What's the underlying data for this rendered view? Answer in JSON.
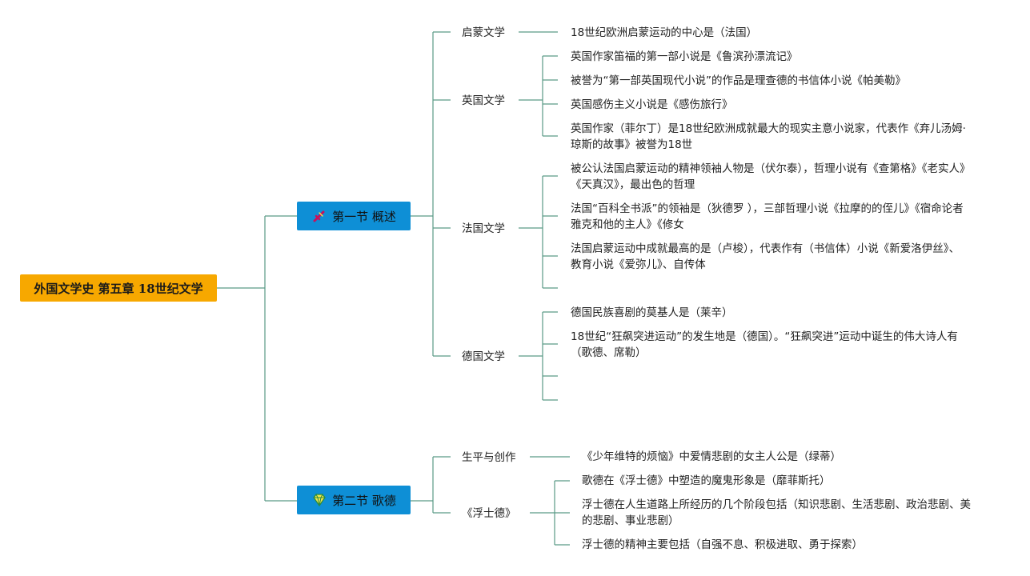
{
  "root": {
    "title": "外国文学史 第五章 18世纪文学"
  },
  "sections": [
    {
      "title": "第一节 概述",
      "icon": "sword-icon",
      "topics": [
        {
          "label": "启蒙文学",
          "items": [
            "18世纪欧洲启蒙运动的中心是（法国）"
          ]
        },
        {
          "label": "英国文学",
          "items": [
            "英国作家笛福的第一部小说是《鲁滨孙漂流记》",
            "被誉为“第一部英国现代小说”的作品是理查德的书信体小说《帕美勒》",
            "英国感伤主义小说是《感伤旅行》",
            "英国作家（菲尔丁）是18世纪欧洲成就最大的现实主意小说家，代表作《弃儿汤姆·琼斯的故事》被誉为18世"
          ]
        },
        {
          "label": "法国文学",
          "items": [
            "被公认法国启蒙运动的精神领袖人物是（伏尔泰），哲理小说有《查第格》《老实人》《天真汉》，最出色的哲理",
            "法国“百科全书派”的领袖是（狄德罗 ），三部哲理小说《拉摩的的侄儿》《宿命论者雅克和他的主人》《修女",
            "法国启蒙运动中成就最高的是（卢梭），代表作有（书信体）小说《新爱洛伊丝》、教育小说《爱弥儿》、自传体",
            ""
          ]
        },
        {
          "label": "德国文学",
          "items": [
            "德国民族喜剧的莫基人是（莱辛）",
            "18世纪“狂飙突进运动”的发生地是（德国）。“狂飙突进”运动中诞生的伟大诗人有（歌德、席勒）",
            "",
            ""
          ]
        }
      ]
    },
    {
      "title": "第二节 歌德",
      "icon": "diamond-icon",
      "topics": [
        {
          "label": "生平与创作",
          "items": [
            "《少年维特的烦恼》中爱情悲剧的女主人公是（绿蒂）"
          ]
        },
        {
          "label": "《浮士德》",
          "items": [
            "歌德在《浮士德》中塑造的魔鬼形象是（靡菲斯托）",
            "浮士德在人生道路上所经历的几个阶段包括（知识悲剧、生活悲剧、政治悲剧、美的悲剧、事业悲剧）",
            "浮士德的精神主要包括（自强不息、积极进取、勇于探索）"
          ]
        }
      ]
    }
  ],
  "colors": {
    "line": "#5a9a86",
    "root_fill": "#f7a800",
    "section_fill": "#0e8fd6"
  }
}
